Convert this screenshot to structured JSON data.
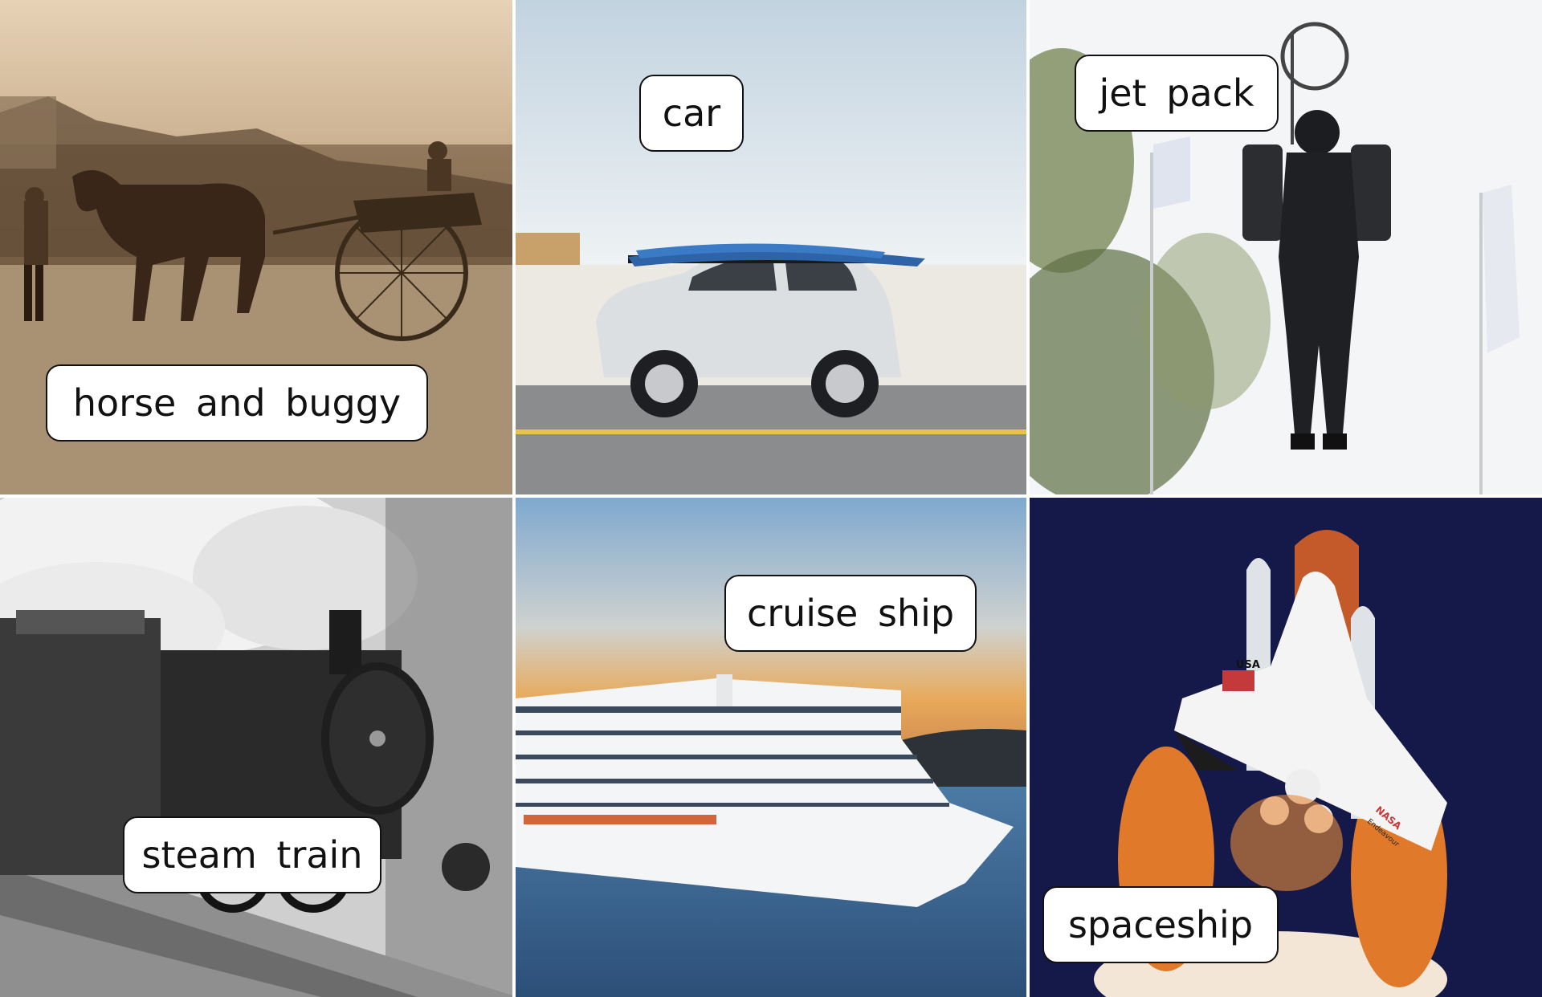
{
  "tiles": [
    {
      "label": "horse and buggy"
    },
    {
      "label": "car"
    },
    {
      "label": "jet pack"
    },
    {
      "label": "steam train"
    },
    {
      "label": "cruise ship"
    },
    {
      "label": "spaceship"
    }
  ],
  "shuttle": {
    "flag_text": "USA",
    "orbiter_text": "NASA",
    "orbiter_name": "Endeavour"
  },
  "colors": {
    "sepia": "#a88f6f",
    "sky": "#d7e2ea",
    "night": "#14194a",
    "sea": "#3e6a96",
    "label_bg": "#ffffff",
    "label_border": "#111111"
  }
}
